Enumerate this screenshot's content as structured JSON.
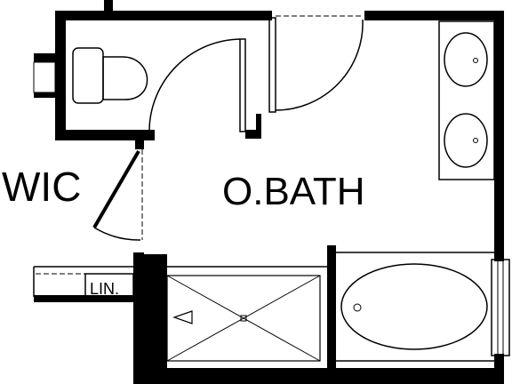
{
  "labels": {
    "wic": "WIC",
    "obath": "O.BATH",
    "linen": "LIN."
  },
  "colors": {
    "wall": "#000000",
    "background": "#ffffff"
  }
}
